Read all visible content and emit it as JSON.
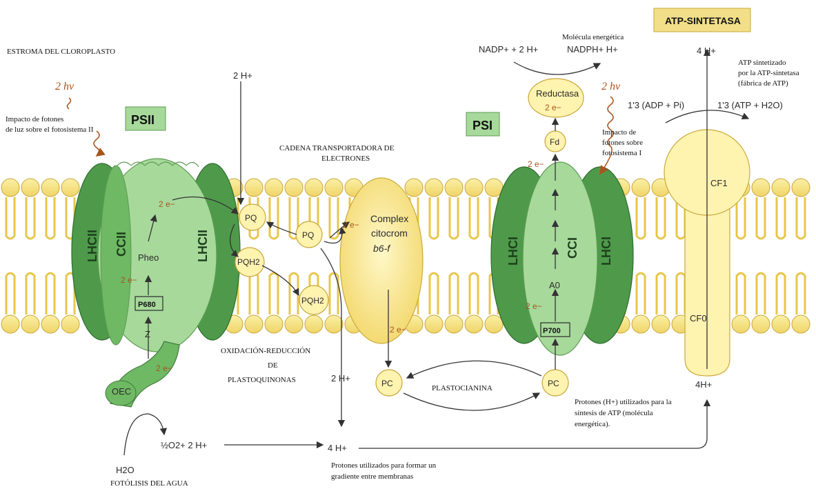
{
  "colors": {
    "membrane_head": "#f3e07a",
    "membrane_tail": "#e8c64a",
    "dark_green": "#4e9a4a",
    "mid_green": "#6fb864",
    "light_green": "#a7d99b",
    "pale_yellow": "#fff3b0",
    "yellow": "#f6de78",
    "electron_text": "#a8541e",
    "label_box": "#a7d99b",
    "atp_box": "#f3df8a"
  },
  "icons": [
    "photon-wave-icon",
    "arrow-icon"
  ],
  "labels": {
    "stroma": "ESTROMA DEL CLOROPLASTO",
    "hv_left": "2 hv",
    "hv_right": "2 hv",
    "impact_psii": [
      "Impacto de fotones",
      "de luz sobre el fotosistema II"
    ],
    "psii": "PSII",
    "psi": "PSI",
    "atp_sintetasa": "ATP-SINTETASA",
    "h_top": "2 H+",
    "cadena": [
      "CADENA TRANSPORTADORA DE",
      "ELECTRONES"
    ],
    "molecula": "Molécula energética",
    "nadp": "NADP+ + 2 H+",
    "nadph": "NADPH+ H+",
    "h4_top": "4 H+",
    "atp_text": [
      "ATP sintetizado",
      "por la ATP-sintetasa",
      "(fábrica de ATP)"
    ],
    "adp": "1'3 (ADP + Pi)",
    "atp_out": "1'3 (ATP + H2O)",
    "reductasa": "Reductasa",
    "e2": "2 e−",
    "fd": "Fd",
    "impact_psi": [
      "Impacto de",
      "fotones sobre",
      "fotosistema I"
    ],
    "lhcii": "LHCII",
    "ccii": "CCII",
    "pheo": "Pheo",
    "p680": "P680",
    "z": "Z",
    "oec": "OEC",
    "pq": "PQ",
    "pqh2": "PQH2",
    "complex": [
      "Complex",
      "citocrom",
      "b6-f"
    ],
    "lhci": "LHCI",
    "cci": "CCI",
    "a0": "A0",
    "p700": "P700",
    "cf1": "CF1",
    "cf0": "CF0",
    "oxidacion": [
      "OXIDACIÓN-REDUCCIÓN",
      "DE",
      "PLASTOQUINONAS"
    ],
    "h_mid": "2 H+",
    "pc": "PC",
    "plastocianina": "PLASTOCIANINA",
    "h4_right": "4H+",
    "protones_atp": [
      "Protones (H+) utilizados para la",
      "síntesis de ATP (molécula",
      "energética)."
    ],
    "o2": "½O2+ 2 H+",
    "h4_bottom": "4 H+",
    "protones_grad": [
      "Protones utilizados para formar un",
      "gradiente entre membranas"
    ],
    "h2o": "H2O",
    "fotolisis": "FOTÓLISIS DEL AGUA"
  }
}
